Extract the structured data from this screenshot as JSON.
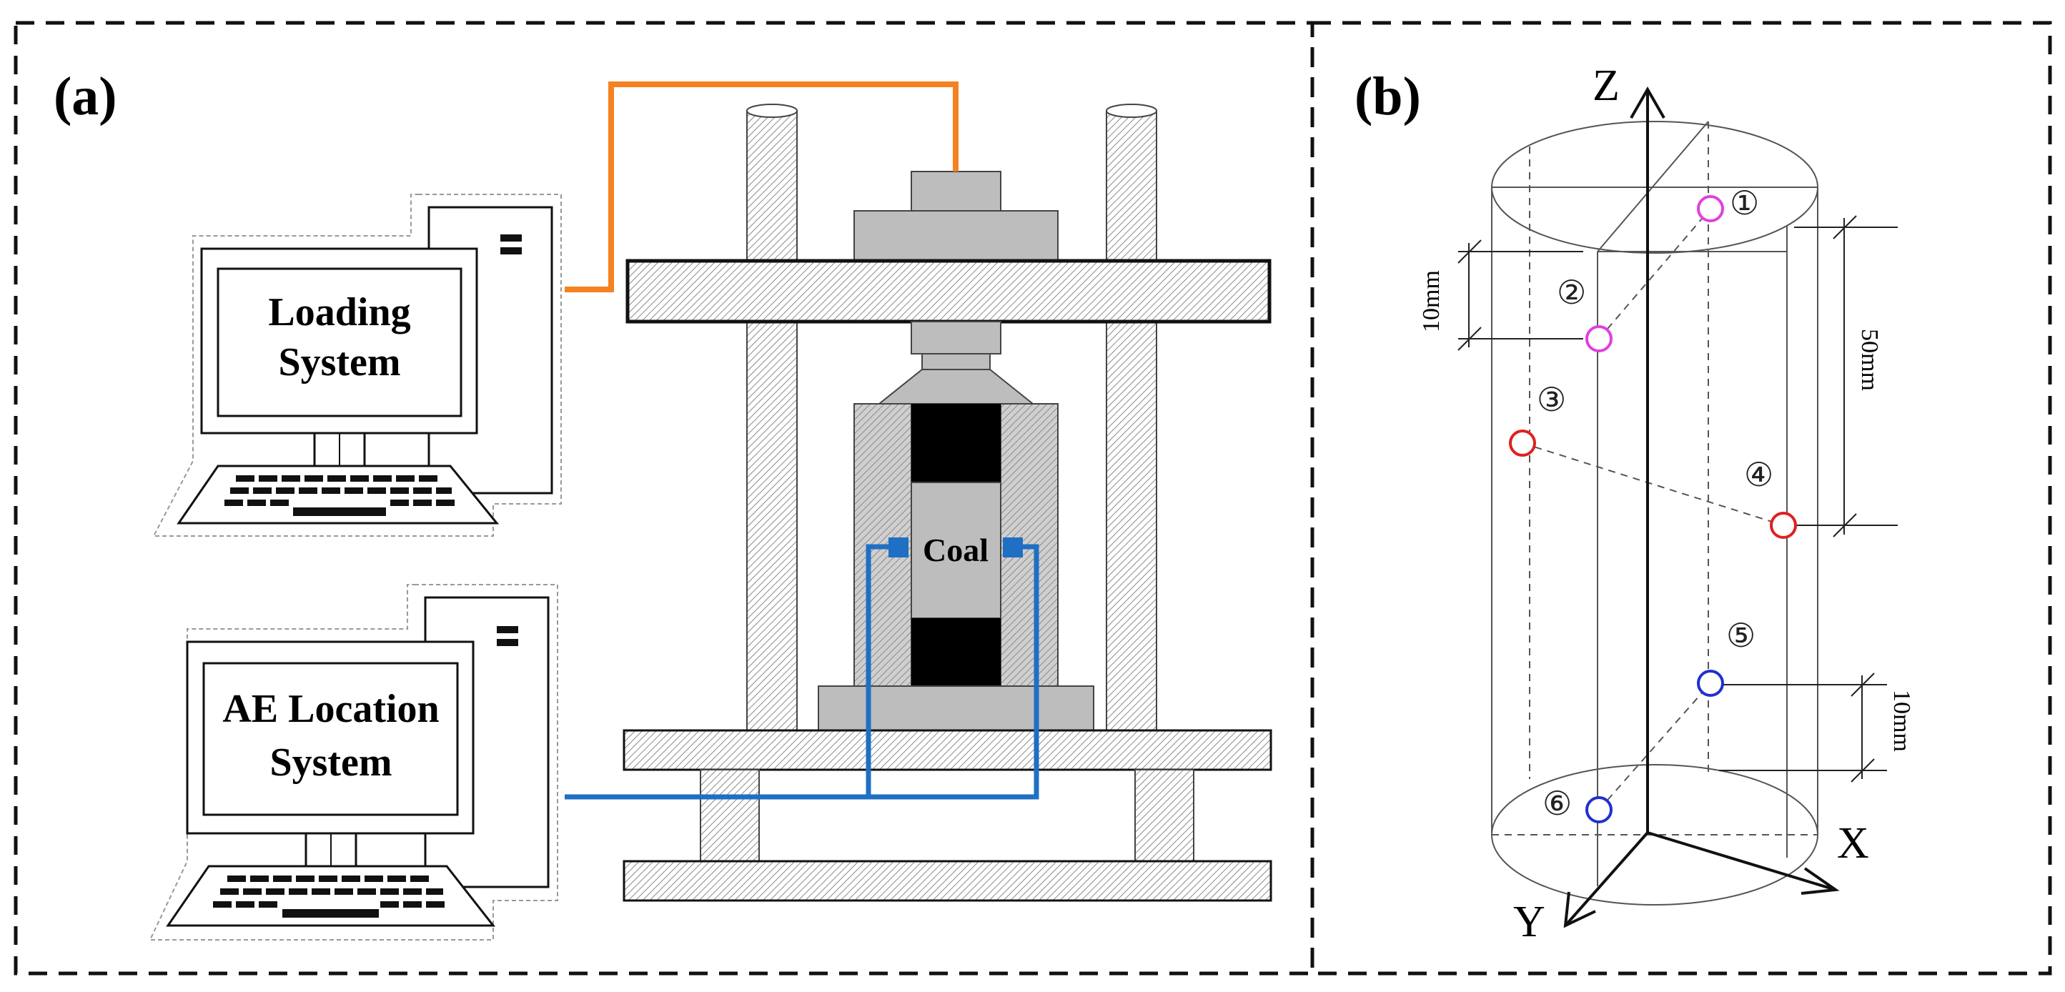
{
  "panel_a": {
    "tag": "(a)",
    "loading_computer": {
      "line1": "Loading",
      "line2": "System"
    },
    "ae_computer": {
      "line1": "AE Location",
      "line2": "System"
    },
    "specimen_label": "Coal"
  },
  "panel_b": {
    "tag": "(b)",
    "axes": {
      "z": "Z",
      "x": "X",
      "y": "Y"
    },
    "sensors": [
      {
        "num": "①",
        "color": "#e040e0"
      },
      {
        "num": "②",
        "color": "#e040e0"
      },
      {
        "num": "③",
        "color": "#e02020"
      },
      {
        "num": "④",
        "color": "#e02020"
      },
      {
        "num": "⑤",
        "color": "#2030d0"
      },
      {
        "num": "⑥",
        "color": "#2030d0"
      }
    ],
    "dimensions": {
      "top": "10mm",
      "middle": "50mm",
      "bottom": "10mm"
    }
  },
  "colors": {
    "loading_cable": "#f58220",
    "ae_cable": "#1f6fc4"
  }
}
